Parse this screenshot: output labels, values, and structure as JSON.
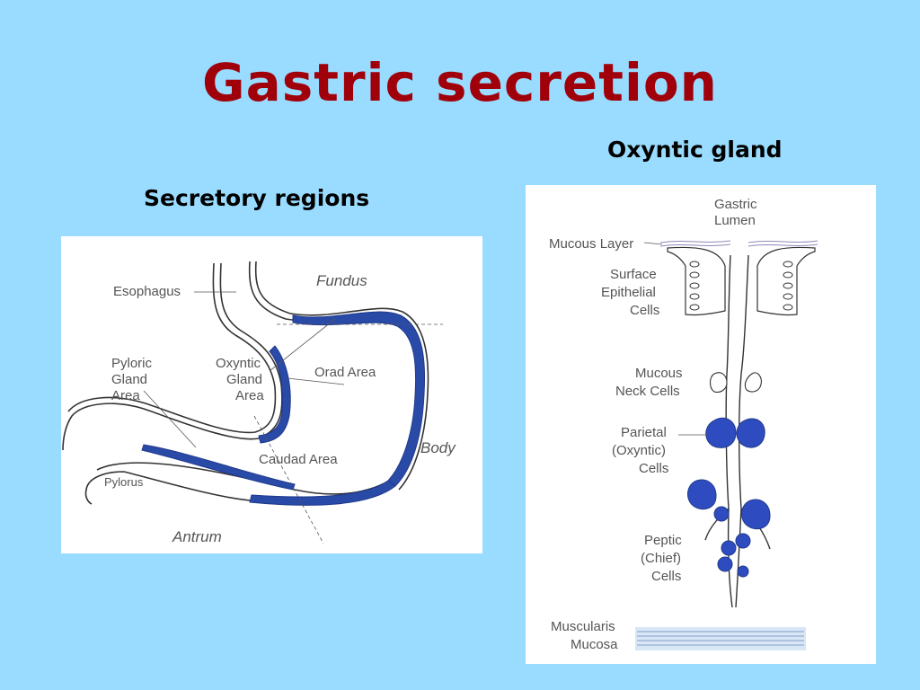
{
  "slide": {
    "title": "Gastric secretion",
    "left_heading": "Secretory regions",
    "right_heading": "Oxyntic gland"
  },
  "stomach_diagram": {
    "labels": {
      "esophagus": "Esophagus",
      "fundus": "Fundus",
      "pyloric_1": "Pyloric",
      "pyloric_2": "Gland",
      "pyloric_3": "Area",
      "oxyntic_1": "Oxyntic",
      "oxyntic_2": "Gland",
      "oxyntic_3": "Area",
      "orad": "Orad Area",
      "caudad": "Caudad Area",
      "body": "Body",
      "pylorus": "Pylorus",
      "antrum": "Antrum"
    }
  },
  "gland_diagram": {
    "labels": {
      "lumen_1": "Gastric",
      "lumen_2": "Lumen",
      "mucous_layer": "Mucous Layer",
      "surface_1": "Surface",
      "surface_2": "Epithelial",
      "surface_3": "Cells",
      "neck_1": "Mucous",
      "neck_2": "Neck Cells",
      "parietal_1": "Parietal",
      "parietal_2": "(Oxyntic)",
      "parietal_3": "Cells",
      "peptic_1": "Peptic",
      "peptic_2": "(Chief)",
      "peptic_3": "Cells",
      "musc_1": "Muscularis",
      "musc_2": "Mucosa"
    }
  },
  "colors": {
    "background": "#99dcff",
    "title": "#a0000a",
    "secretory_fill": "#2a4aa8"
  }
}
